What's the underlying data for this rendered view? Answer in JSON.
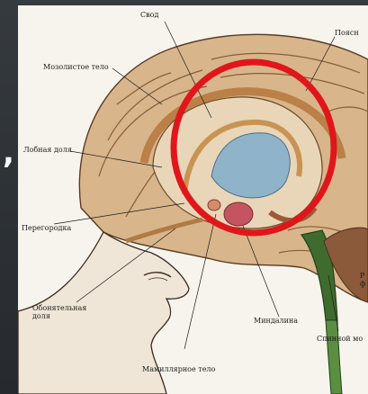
{
  "slide": {
    "leading_punctuation": ","
  },
  "figure": {
    "labels": {
      "svod": "Свод",
      "poyasnaya": "Поясн",
      "mozolistoe": "Мозолистое тело",
      "lobnaya": "Лобная доля",
      "peregorodka": "Перегородка",
      "obonyatelnaya_1": "Обонятельная",
      "obonyatelnaya_2": "доля",
      "mindalina": "Миндалина",
      "mamillyarnoe": "Мамиллярное тело",
      "spinnoy": "Спинной мо",
      "retik_1": "Р",
      "retik_2": "ф"
    },
    "highlight_color": "#e0161b"
  }
}
